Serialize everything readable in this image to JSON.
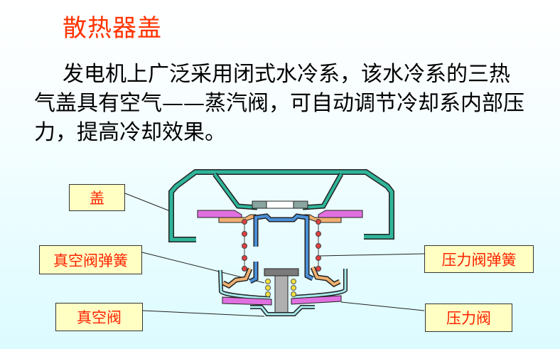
{
  "title": "散热器盖",
  "body": "发电机上广泛采用闭式水冷系，该水冷系的三热气盖具有空气——蒸汽阀，可自动调节冷却系内部压力，提高冷却效果。",
  "labels": {
    "cap": "盖",
    "vacuum_spring": "真空阀弹簧",
    "vacuum_valve": "真空阀",
    "pressure_spring": "压力阀弹簧",
    "pressure_valve": "压力阀"
  },
  "colors": {
    "title": "#ff3300",
    "cap": "#2fb59a",
    "gasket": "#e070e0",
    "seat": "#f0b070",
    "tube": "#4a90d9",
    "spring": "#e04040",
    "vacuum_spring": "#f0e040"
  }
}
